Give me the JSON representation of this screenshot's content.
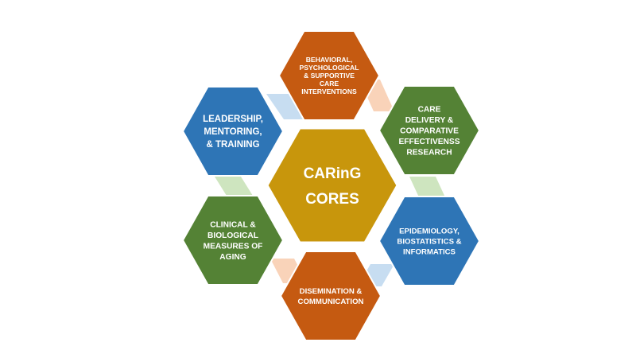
{
  "diagram": {
    "center": {
      "lines": [
        "CARinG",
        "CORES"
      ],
      "color": "#C8960C"
    },
    "cores": [
      {
        "id": "behavioral",
        "lines": [
          "BEHAVIORAL,",
          "PSYCHOLOGICAL",
          "& SUPPORTIVE",
          "CARE",
          "INTERVENTIONS"
        ],
        "color": "#C55A11"
      },
      {
        "id": "care-delivery",
        "lines": [
          "CARE",
          "DELIVERY &",
          "COMPARATIVE",
          "EFFECTIVENSS",
          "RESEARCH"
        ],
        "color": "#548235"
      },
      {
        "id": "epidemiology",
        "lines": [
          "EPIDEMIOLOGY,",
          "BIOSTATISTICS &",
          "INFORMATICS"
        ],
        "color": "#2E75B6"
      },
      {
        "id": "dissemination",
        "lines": [
          "DISEMINATION &",
          "COMMUNICATION"
        ],
        "color": "#C55A11"
      },
      {
        "id": "clinical",
        "lines": [
          "CLINICAL &",
          "BIOLOGICAL",
          "MEASURES OF",
          "AGING"
        ],
        "color": "#548235"
      },
      {
        "id": "leadership",
        "lines": [
          "LEADERSHIP,",
          "MENTORING,",
          "& TRAINING"
        ],
        "color": "#2E75B6"
      }
    ],
    "connector_colors": {
      "orange": "#F8CBAD",
      "green": "#C5E0B4",
      "blue": "#BDD7EE"
    }
  }
}
